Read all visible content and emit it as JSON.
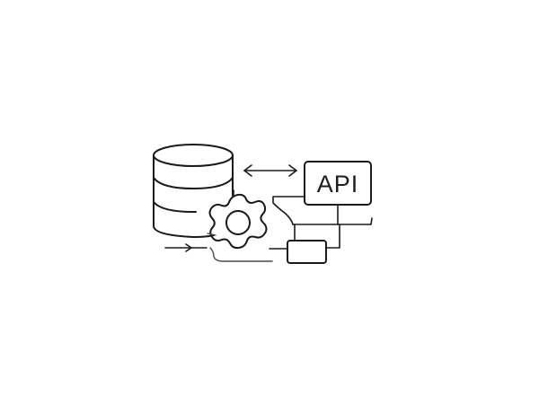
{
  "illustration": {
    "subject": "data integration / API illustration",
    "background_color": "#ffffff",
    "line_color": "#1a1a1a",
    "elements": {
      "database": {
        "icon": "database-icon",
        "bands": 3
      },
      "gear": {
        "icon": "gear-icon",
        "teeth": 8
      },
      "api_box": {
        "icon": "api-box",
        "label": "API"
      },
      "small_box": {
        "icon": "module-box"
      },
      "bidirectional_arrow": {
        "icon": "double-arrow-icon"
      },
      "input_arrow": {
        "icon": "arrow-right-icon"
      }
    }
  }
}
